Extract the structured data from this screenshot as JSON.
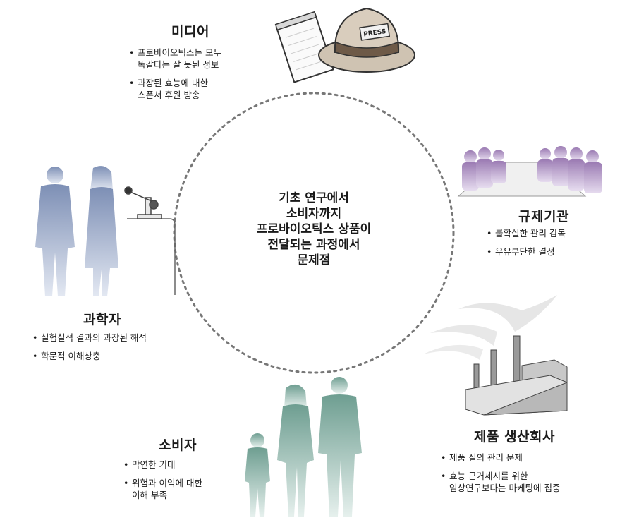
{
  "center": {
    "lines": [
      "기초 연구에서",
      "소비자까지",
      "프로바이오틱스 상품이",
      "전달되는 과정에서",
      "문제점"
    ]
  },
  "media": {
    "title": "미디어",
    "items": [
      "프로바이오틱스는 모두\n똑같다는 잘 못된 정보",
      "과장된 효능에 대한\n스폰서 후원 방송"
    ],
    "hat_label": "PRESS"
  },
  "regulator": {
    "title": "규제기관",
    "items": [
      "불확실한 관리 감독",
      "우유부단한 결정"
    ]
  },
  "scientist": {
    "title": "과학자",
    "items": [
      "실험실적 결과의 과장된 해석",
      "학문적 이해상충"
    ]
  },
  "consumer": {
    "title": "소비자",
    "items": [
      "막연한 기대",
      "위험과 이익에 대한\n이해 부족"
    ]
  },
  "manufacturer": {
    "title": "제품 생산회사",
    "items": [
      "제품 질의 관리 문제",
      "효능 근거제시를 위한\n임상연구보다는 마케팅에 집중"
    ]
  },
  "colors": {
    "circle": "#777777",
    "scientist": "#7d8fb5",
    "regulator": "#9b7bb3",
    "consumer": "#6e9e91",
    "factory": "#8c8c8c"
  }
}
